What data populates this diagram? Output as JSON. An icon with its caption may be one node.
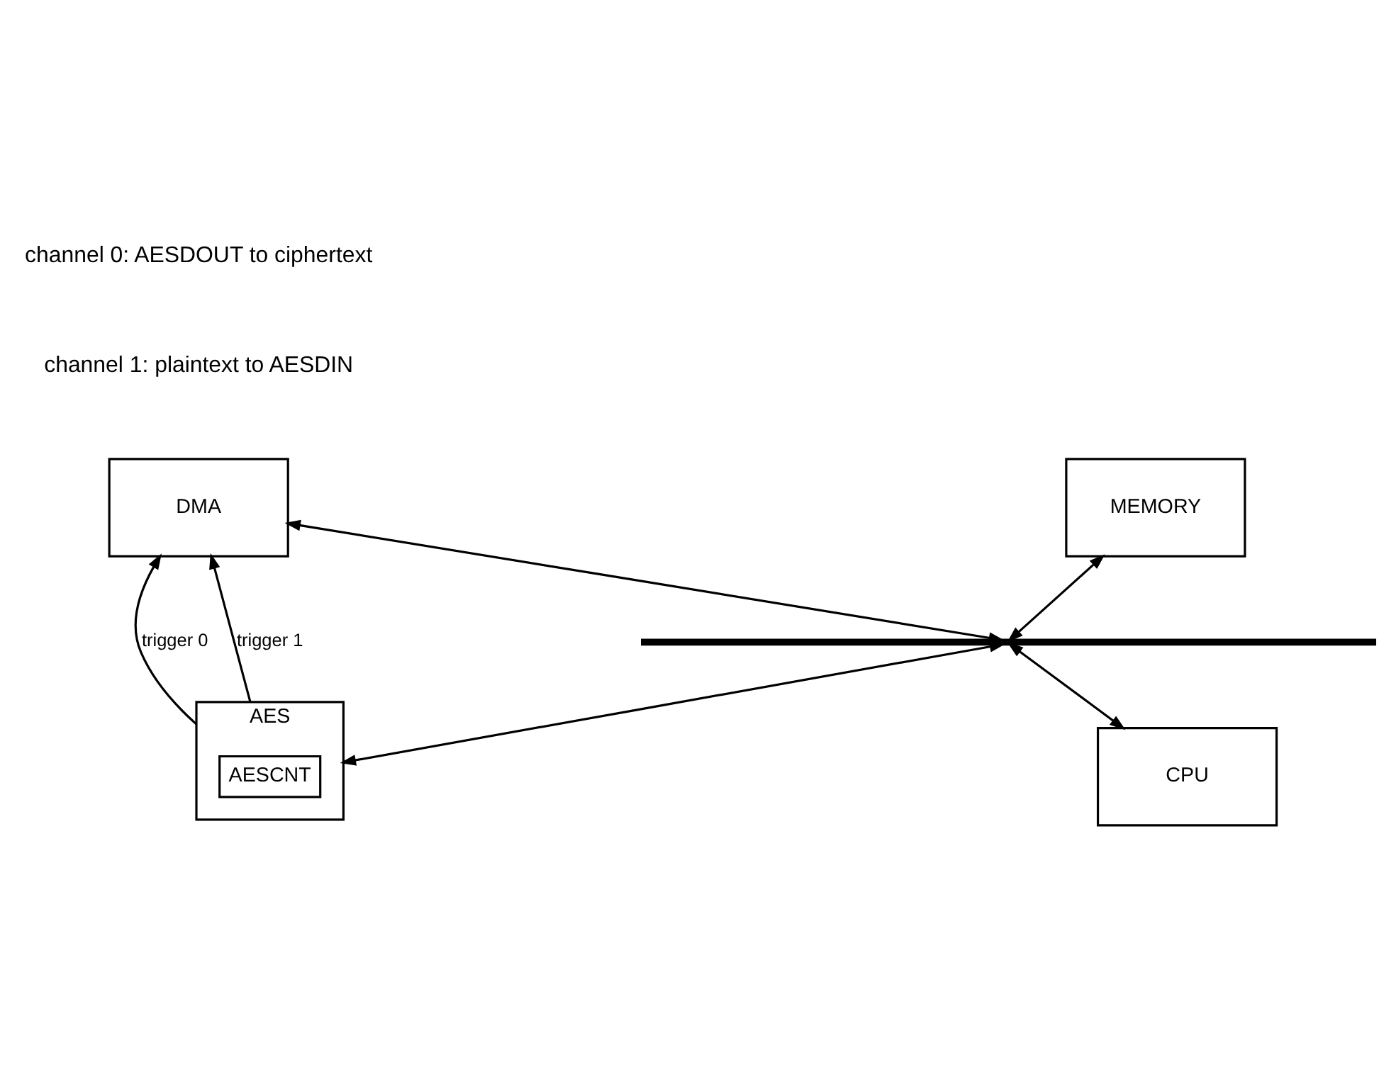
{
  "diagram": {
    "nodes": [
      {
        "text": [
          "DMA"
        ]
      },
      {
        "text": [
          "MEMORY"
        ]
      },
      {
        "text": [],
        "shape": "bar"
      },
      {
        "text": [
          "CPU"
        ]
      },
      {
        "text": [
          "AES"
        ]
      },
      {
        "text": [
          "AESCNT"
        ],
        "in": 4
      }
    ],
    "edges": [
      {
        "from": 0,
        "to": 2,
        "arrow": "both"
      },
      {
        "from": 1,
        "to": 2,
        "arrow": "both"
      },
      {
        "from": 2,
        "to": 3,
        "arrow": "both"
      },
      {
        "from": 2,
        "to": 4,
        "arrow": "both"
      },
      {
        "from": 4,
        "to": 0,
        "arrow": "to",
        "label": "trigger 0"
      },
      {
        "from": 4,
        "to": 0,
        "arrow": "to",
        "label": "trigger 1"
      }
    ],
    "labels": [
      "channel 0: AESDOUT to ciphertext",
      "channel 1: plaintext to AESDIN"
    ]
  }
}
